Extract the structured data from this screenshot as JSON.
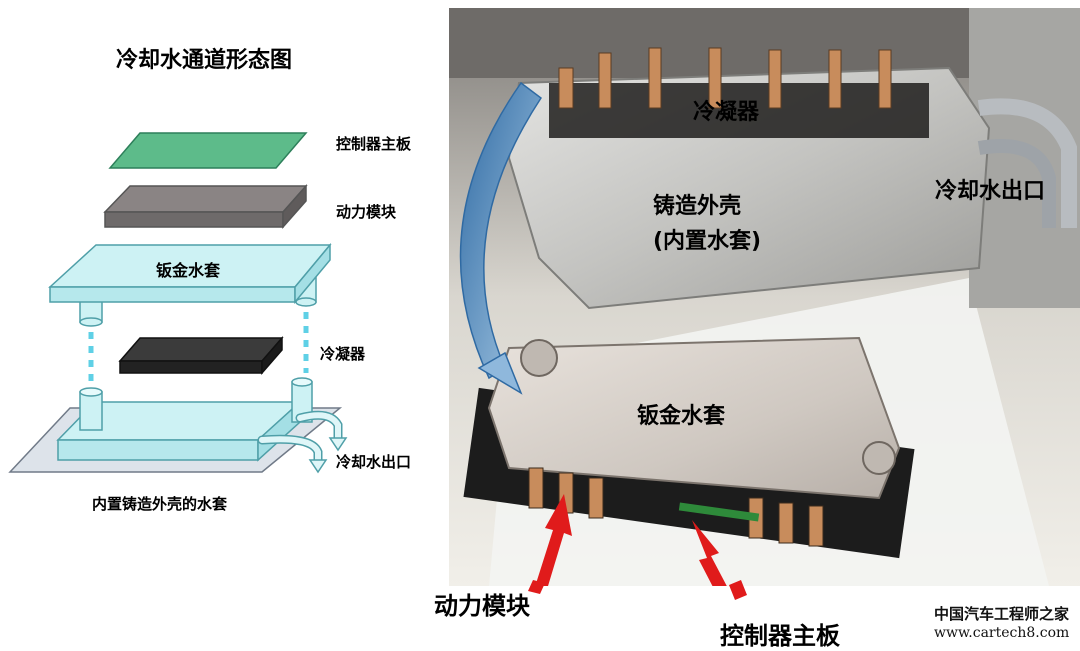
{
  "diagram": {
    "title": "冷却水通道形态图",
    "layer_labels": {
      "controller_board": "控制器主板",
      "power_module": "动力模块",
      "sheet_jacket": "钣金水套",
      "condenser": "冷凝器",
      "outlet": "冷却水出口"
    },
    "caption": "内置铸造外壳的水套"
  },
  "photo": {
    "condenser": "冷凝器",
    "outlet": "冷却水出口",
    "housing_line1": "铸造外壳",
    "housing_line2": "(内置水套)",
    "sheet_jacket": "钣金水套",
    "power_module": "动力模块",
    "controller_board": "控制器主板"
  },
  "watermark": {
    "name": "中国汽车工程师之家",
    "url": "www.cartech8.com"
  },
  "colors": {
    "board_green": "#5dbb8a",
    "module_gray": "#8a8484",
    "jacket_cyan": "#cdf2f4",
    "condenser_dark": "#2e2e2e",
    "arrow_blue": "#4f87b8",
    "arrow_red": "#e01b1b"
  }
}
